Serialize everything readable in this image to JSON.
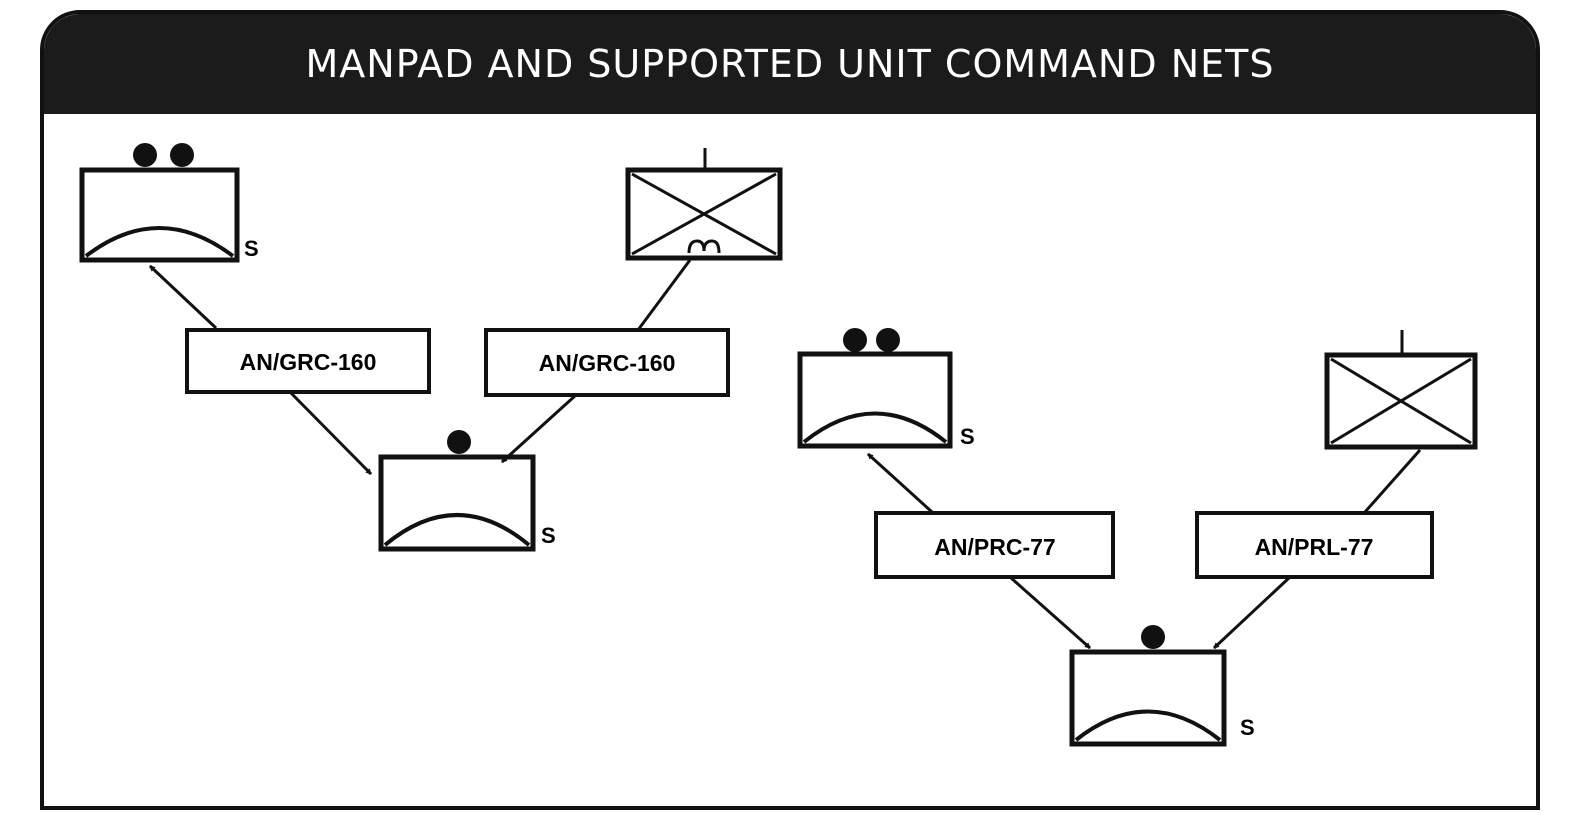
{
  "title": "MANPAD AND SUPPORTED UNIT COMMAND NETS",
  "colors": {
    "ink": "#111111",
    "title_bg": "#1b1b1b",
    "title_fg": "#ffffff",
    "paper": "#ffffff"
  },
  "left_net": {
    "radio_left": "AN/GRC-160",
    "radio_right": "AN/GRC-160",
    "marker_top_left": "S",
    "marker_bottom": "S"
  },
  "right_net": {
    "radio_left": "AN/PRC-77",
    "radio_right": "AN/PRL-77",
    "marker_top_left": "S",
    "marker_bottom": "S"
  }
}
